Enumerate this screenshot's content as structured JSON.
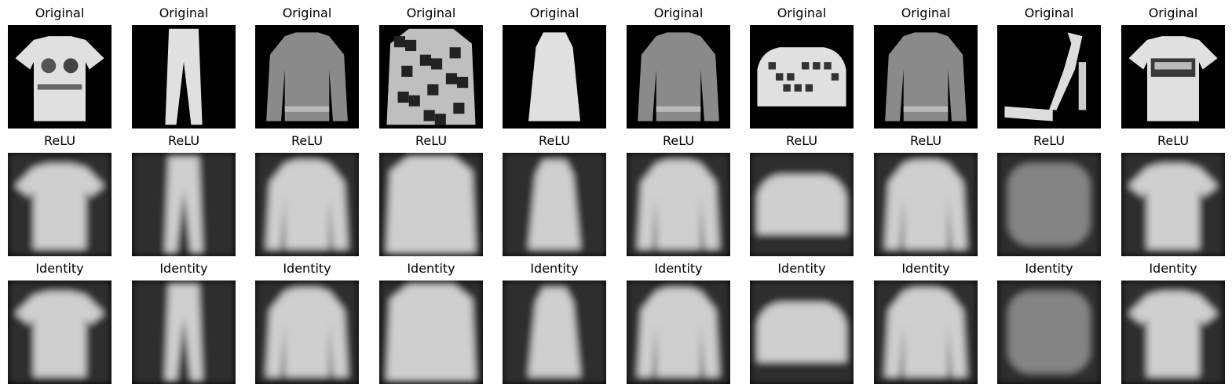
{
  "rows": [
    {
      "label": "Original",
      "kind": "original"
    },
    {
      "label": "ReLU",
      "kind": "recon"
    },
    {
      "label": "Identity",
      "kind": "recon"
    }
  ],
  "columns": [
    {
      "item": "tshirt-icon"
    },
    {
      "item": "trouser-icon"
    },
    {
      "item": "pullover-icon"
    },
    {
      "item": "patterned-pullover-icon"
    },
    {
      "item": "dress-icon"
    },
    {
      "item": "shirt-icon"
    },
    {
      "item": "bag-icon"
    },
    {
      "item": "coat-icon"
    },
    {
      "item": "sandal-icon"
    },
    {
      "item": "tshirt-print-icon"
    }
  ]
}
